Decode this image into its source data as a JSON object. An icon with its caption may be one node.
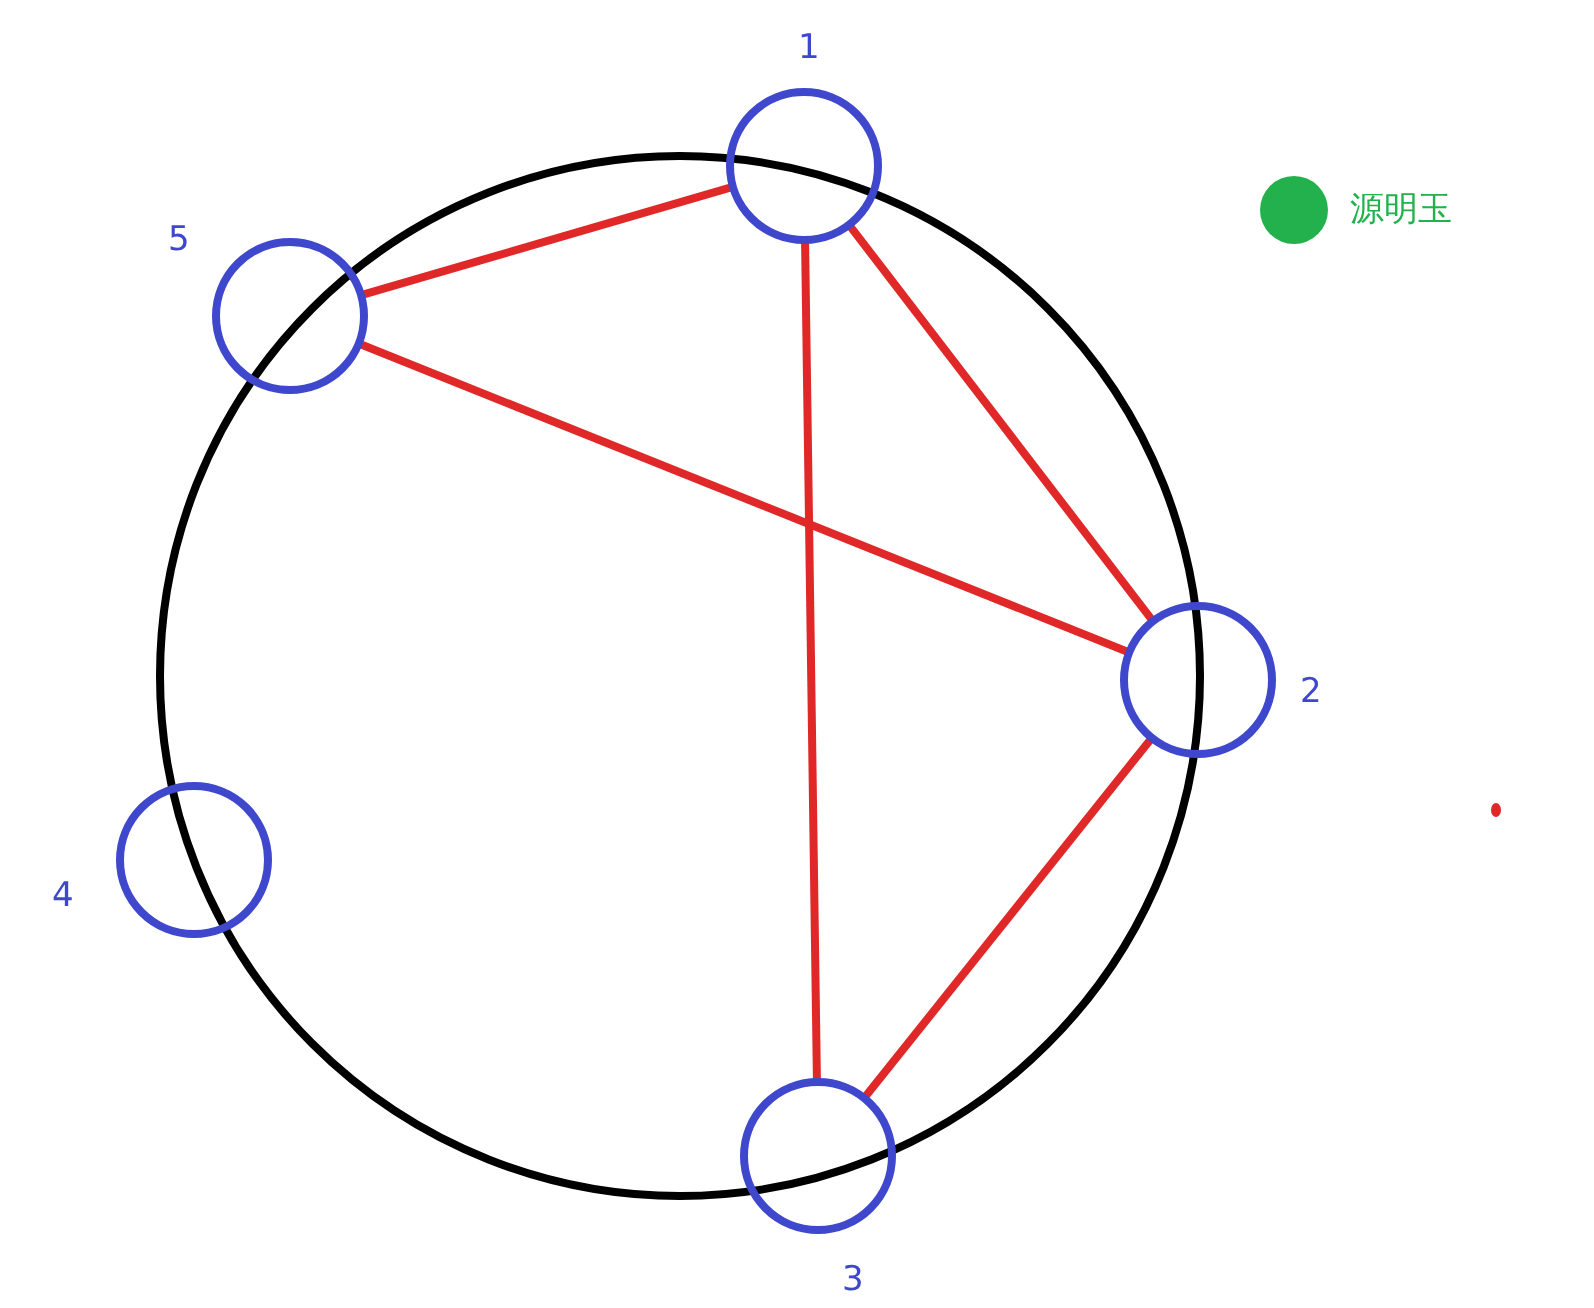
{
  "diagram": {
    "nodes": [
      {
        "text": [],
        "shape": "circle",
        "beside": [
          "1"
        ]
      },
      {
        "text": [],
        "shape": "circle",
        "beside": [
          "2"
        ]
      },
      {
        "text": [],
        "shape": "circle",
        "beside": [
          "3"
        ]
      },
      {
        "text": [],
        "shape": "circle",
        "beside": [
          "4"
        ]
      },
      {
        "text": [],
        "shape": "circle",
        "beside": [
          "5"
        ]
      }
    ],
    "edges": [
      {
        "from": 0,
        "to": 4,
        "arrow": "none"
      },
      {
        "from": 0,
        "to": 1,
        "arrow": "none"
      },
      {
        "from": 0,
        "to": 2,
        "arrow": "none"
      },
      {
        "from": 4,
        "to": 1,
        "arrow": "none"
      },
      {
        "from": 1,
        "to": 2,
        "arrow": "none"
      }
    ],
    "labels": [
      "源明玉"
    ]
  }
}
